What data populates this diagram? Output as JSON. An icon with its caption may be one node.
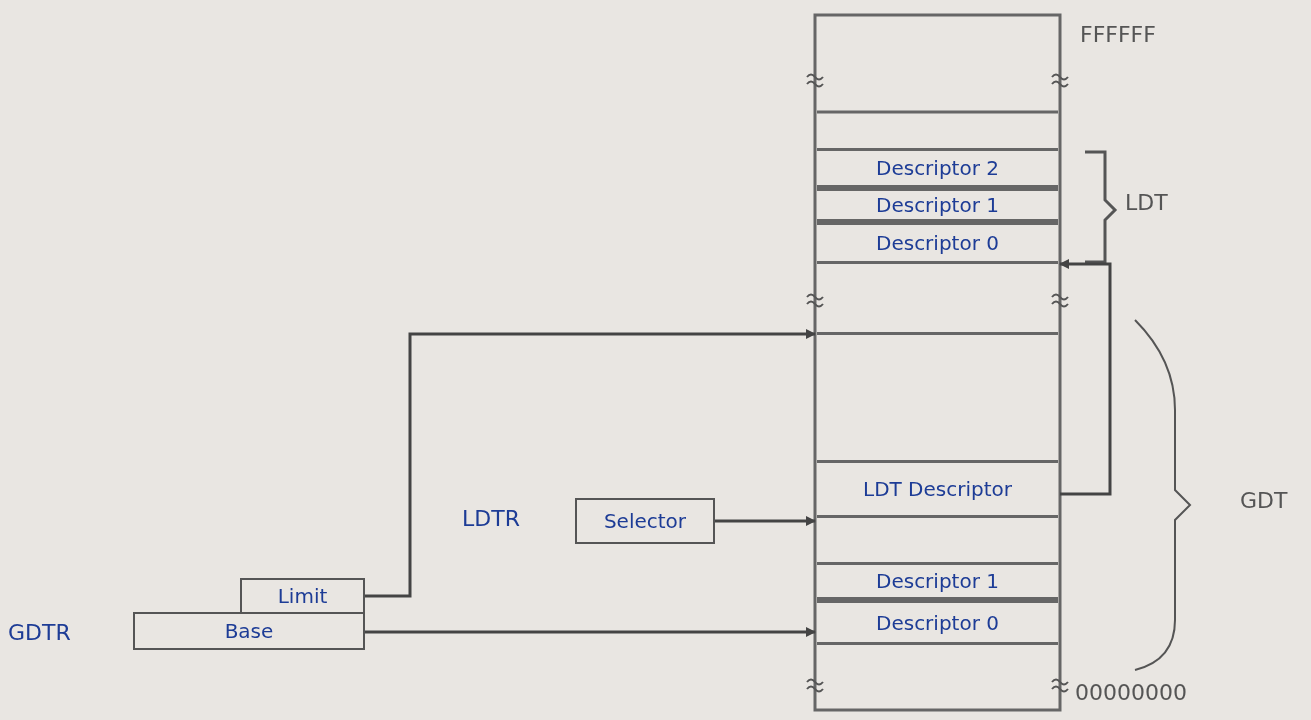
{
  "diagram": {
    "nodes": [
      {
        "text": [
          "Descriptor 2"
        ]
      },
      {
        "text": [
          "Descriptor 1"
        ]
      },
      {
        "text": [
          "Descriptor 0"
        ]
      },
      {
        "text": [],
        "shape": "box"
      },
      {
        "text": [
          "LDT Descriptor"
        ]
      },
      {
        "text": [
          "Descriptor 1"
        ]
      },
      {
        "text": [
          "Descriptor 0"
        ]
      },
      {
        "text": [
          "Selector"
        ],
        "beside": [
          "LDTR"
        ]
      },
      {
        "text": [
          "Limit"
        ]
      },
      {
        "text": [
          "Base"
        ],
        "beside": [
          "GDTR"
        ]
      }
    ],
    "edges": [
      {
        "from": 9,
        "to": 6,
        "arrow": "to"
      },
      {
        "from": 8,
        "to": 3,
        "arrow": "to"
      },
      {
        "from": 7,
        "to": 4,
        "arrow": "to"
      },
      {
        "from": 4,
        "to": 2,
        "arrow": "to"
      }
    ],
    "labels": [
      "FFFFFF",
      "LDT",
      "GDT",
      "00000000"
    ]
  }
}
